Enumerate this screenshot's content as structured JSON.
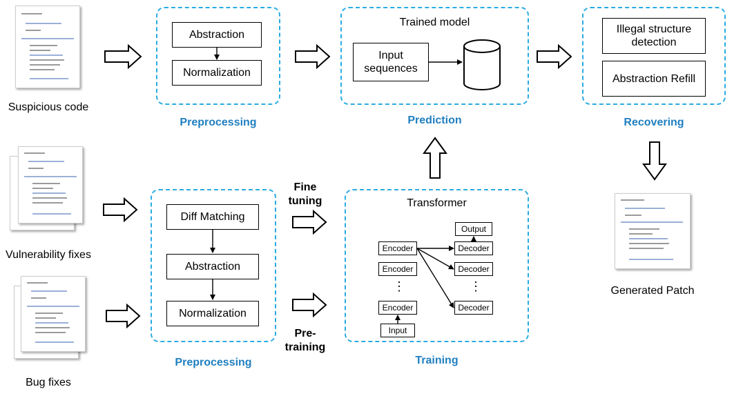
{
  "inputs": {
    "suspicious_code": "Suspicious code",
    "vulnerability_fixes": "Vulnerability fixes",
    "bug_fixes": "Bug fixes"
  },
  "preprocessing_top": {
    "label": "Preprocessing",
    "steps": [
      "Abstraction",
      "Normalization"
    ]
  },
  "prediction": {
    "label": "Prediction",
    "title": "Trained model",
    "input": "Input sequences"
  },
  "recovering": {
    "label": "Recovering",
    "steps": [
      "Illegal structure detection",
      "Abstraction Refill"
    ]
  },
  "output": {
    "generated_patch": "Generated Patch"
  },
  "preprocessing_bottom": {
    "label": "Preprocessing",
    "steps": [
      "Diff Matching",
      "Abstraction",
      "Normalization"
    ]
  },
  "paths": {
    "fine_tuning": "Fine tuning",
    "pre_training": "Pre-training"
  },
  "training": {
    "label": "Training",
    "title": "Transformer",
    "encoder": "Encoder",
    "decoder": "Decoder",
    "output": "Output",
    "input": "Input",
    "ellipsis": "⋮"
  },
  "colors": {
    "stage_label": "#1f7fc0",
    "dashed_border": "#29abe2"
  }
}
